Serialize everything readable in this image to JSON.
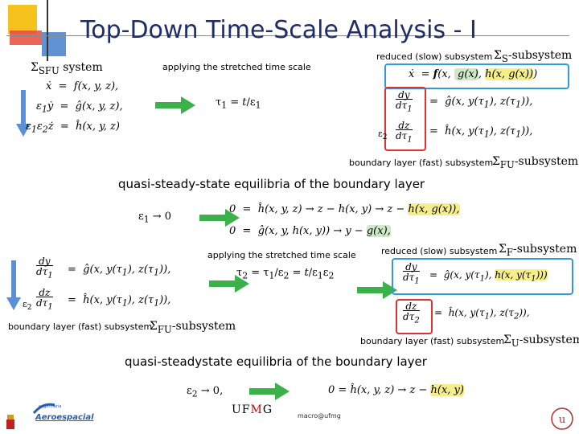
{
  "title": "Top-Down Time-Scale Analysis - I",
  "top": {
    "system_label": "Σ<sub>SFU</sub> system",
    "stretch_label": "applying the stretched time scale",
    "eqs": [
      "<i>ẋ</i> &nbsp;= &nbsp;<i>f</i>(<i>x, y, z</i>),",
      "ε<sub>1</sub><i>ẏ</i> &nbsp;= &nbsp;<i>ĝ</i>(<i>x, y, z</i>),",
      "ε<sub>1</sub>ε<sub>2</sub><i>ż</i> &nbsp;= &nbsp;<i>ĥ</i>(<i>x, y, z</i>)"
    ],
    "tau": "τ<sub>1</sub> = <i>t</i>/ε<sub>1</sub>",
    "slow_label": "reduced (slow) subsystem",
    "slow_sigma": "Σ<sub>S</sub>-subsystem",
    "slow_eq": "<i>ẋ</i> &nbsp;= <b><i>f</i></b>(<i>x</i>, <span class='gr'>&nbsp;g(<i>x</i>)</span>, <span class='yl'>h(<i>x</i>, g(<i>x</i>))</span>)",
    "bl_eq1": "<i>ĝ</i>(<i>x, y</i>(τ<sub>1</sub>), <i>z</i>(τ<sub>1</sub>)),",
    "bl_eq2": "<i>ĥ</i>(<i>x, y</i>(τ<sub>1</sub>), <i>z</i>(τ<sub>1</sub>)),",
    "eps2": "ε<sub>2</sub>",
    "bl_label": "boundary layer (fast) subsystem",
    "bl_sigma": "Σ<sub>FU</sub>-subsystem"
  },
  "mid": {
    "heading": "quasi-steady-state equilibria of the boundary layer",
    "eps1": "ε<sub>1</sub> → 0",
    "q1": "0 &nbsp;= &nbsp;<i>ĥ</i>(<i>x, y, z</i>) → <i>z</i> − h(<i>x, y</i>) → <i>z</i> − <span class='yl'>h(<i>x</i>, g(<i>x</i>)),</span>",
    "q2": "0 &nbsp;= &nbsp;<i>ĝ</i>(<i>x, y</i>, h(<i>x, y</i>)) → <i>y</i> − <span class='gr'>g(<i>x</i>),</span>",
    "stretch_label": "applying the stretched time scale",
    "slow_label": "reduced (slow) subsystem",
    "slow_sigma": "Σ<sub>F</sub>-subsystem",
    "left_eq1": "<i>ĝ</i>(<i>x, y</i>(τ<sub>1</sub>), <i>z</i>(τ<sub>1</sub>)),",
    "left_eq2": "<i>ĥ</i>(<i>x, y</i>(τ<sub>1</sub>), <i>z</i>(τ<sub>1</sub>)),",
    "eps2": "ε<sub>2</sub>",
    "tau2": "τ<sub>2</sub> = τ<sub>1</sub>/ε<sub>2</sub> = <i>t</i>/ε<sub>1</sub>ε<sub>2</sub>",
    "right_eq1": "<i>ĝ</i>(<i>x, y</i>(τ<sub>1</sub>), <span class='yl'>h(<i>x, y</i>(τ<sub>1</sub>)))</span>",
    "right_eq2": "<i>ĥ</i>(<i>x, y</i>(τ<sub>1</sub>), <i>z</i>(τ<sub>2</sub>)),",
    "bl_label_left": "boundary layer (fast) subsystem",
    "bl_sigma_left": "Σ<sub>FU</sub>-subsystem",
    "bl_label_right": "boundary layer (fast) subsystem",
    "bl_sigma_right": "Σ<sub>U</sub>-subsystem"
  },
  "bottom": {
    "heading": "quasi-steadystate equilibria of the boundary layer",
    "eps2": "ε<sub>2</sub> → 0,",
    "eq": "0 = <i>ĥ</i>(<i>x, y, z</i>) → <i>z</i> − <span class='yl'>h(<i>x, y</i>)</span>"
  },
  "logos": {
    "aero_small": "engenharia",
    "aero_big": "Aeroespacial",
    "ufmg": "UF<span style='color:#c00'>M</span>G",
    "macro": "macro@ufmg"
  },
  "colors": {
    "arrow": "#3bb14a",
    "blue_box": "#3399dd",
    "red_box": "#e03030",
    "yellow": "#f5ee8a",
    "green": "#cfe9c8",
    "title": "#1f2d6b"
  }
}
